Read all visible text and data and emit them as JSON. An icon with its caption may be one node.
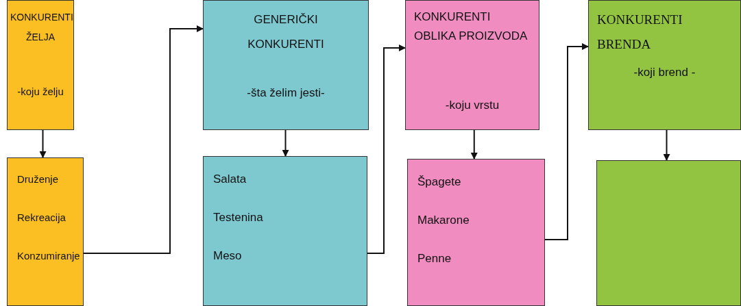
{
  "diagram": {
    "nodes": [
      {
        "text": [
          "KONKURENTI ŽELJA",
          "-koju želju"
        ]
      },
      {
        "text": [
          "Druženje",
          "Rekreacija",
          "Konzumiranje"
        ]
      },
      {
        "text": [
          "GENERIČKI KONKURENTI",
          "-šta želim jesti-"
        ]
      },
      {
        "text": [
          "Salata",
          "Testenina",
          "Meso"
        ]
      },
      {
        "text": [
          "KONKURENTI OBLIKA PROIZVODA",
          "-koju vrstu"
        ]
      },
      {
        "text": [
          "Špagete",
          "Makarone",
          "Penne"
        ]
      },
      {
        "text": [
          "KONKURENTI BRENDA",
          "-koji brend -"
        ]
      },
      {
        "text": [],
        "shape": "box"
      }
    ],
    "edges": [
      {
        "from": 0,
        "to": 1,
        "arrow": "to"
      },
      {
        "from": 1,
        "to": 2,
        "arrow": "to"
      },
      {
        "from": 2,
        "to": 3,
        "arrow": "to"
      },
      {
        "from": 3,
        "to": 4,
        "arrow": "to"
      },
      {
        "from": 4,
        "to": 5,
        "arrow": "to"
      },
      {
        "from": 5,
        "to": 6,
        "arrow": "to"
      },
      {
        "from": 6,
        "to": 7,
        "arrow": "to"
      }
    ]
  }
}
